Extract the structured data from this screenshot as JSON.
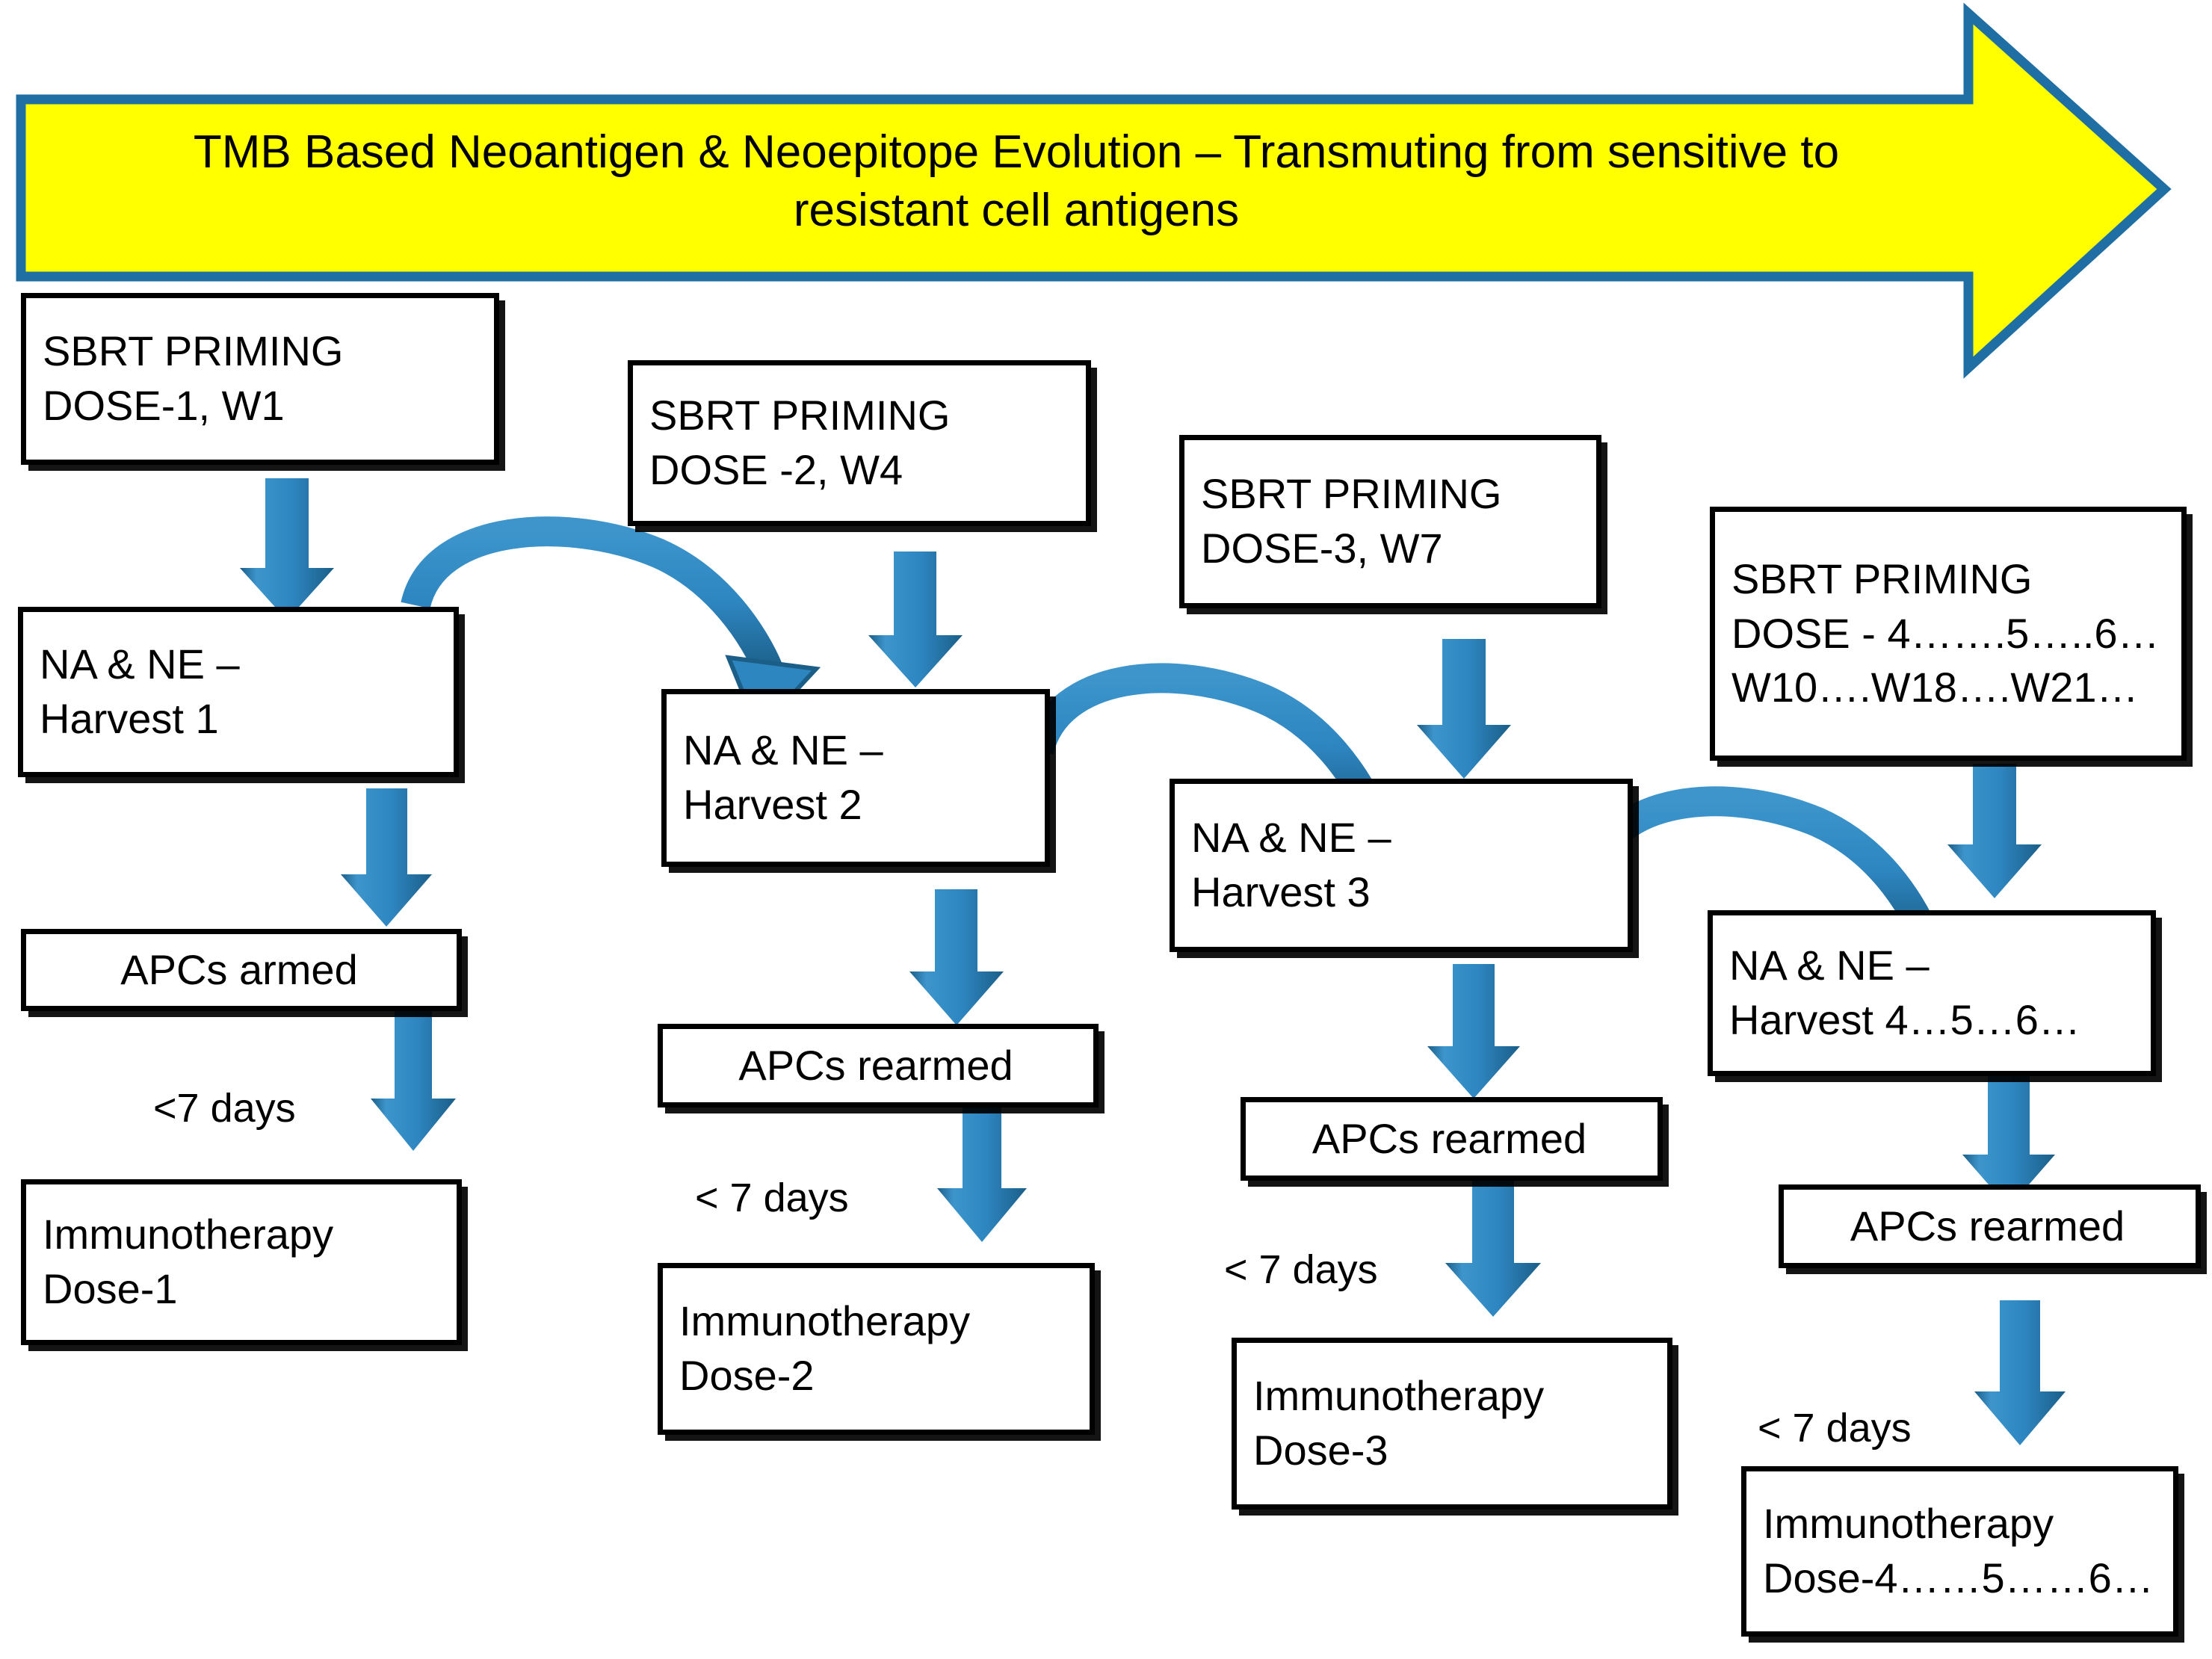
{
  "colors": {
    "banner_fill": "#FFFF00",
    "banner_outline": "#1F6FA5",
    "arrow_blue": "#2E86C1",
    "arrow_blue_dark": "#1B5E88",
    "box_border": "#000000",
    "box_fill": "#FFFFFF",
    "text": "#000000"
  },
  "banner": {
    "name": "tmb-evolution-banner",
    "text": "TMB Based Neoantigen & Neoepitope Evolution – Transmuting from sensitive to\nresistant cell antigens",
    "shape": "right-arrow"
  },
  "columns": [
    {
      "id": "cycle-1",
      "priming": "SBRT PRIMING\nDOSE-1, W1",
      "harvest": "NA & NE –\nHarvest 1",
      "apc": "APCs  armed",
      "delay": "<7 days",
      "immunotherapy": "Immunotherapy\nDose-1"
    },
    {
      "id": "cycle-2",
      "priming": "SBRT PRIMING\nDOSE -2, W4",
      "harvest": "NA & NE –\nHarvest 2",
      "apc": "APCs rearmed",
      "delay": "< 7 days",
      "immunotherapy": "Immunotherapy\nDose-2"
    },
    {
      "id": "cycle-3",
      "priming": "SBRT PRIMING\nDOSE-3, W7",
      "harvest": "NA & NE –\nHarvest 3",
      "apc": "APCs rearmed",
      "delay": "< 7 days",
      "immunotherapy": "Immunotherapy\nDose-3"
    },
    {
      "id": "cycle-4plus",
      "priming": "SBRT PRIMING\nDOSE - 4…….5…..6…\nW10….W18….W21…",
      "harvest": "NA & NE –\nHarvest 4…5…6…",
      "apc": "APCs rearmed",
      "delay": "< 7 days",
      "immunotherapy": "Immunotherapy\nDose-4……5……6…"
    }
  ],
  "icons": {
    "down_arrow": "down-arrow-icon",
    "curved_arrow": "curved-arrow-icon",
    "banner_arrow": "right-banner-arrow-icon"
  }
}
